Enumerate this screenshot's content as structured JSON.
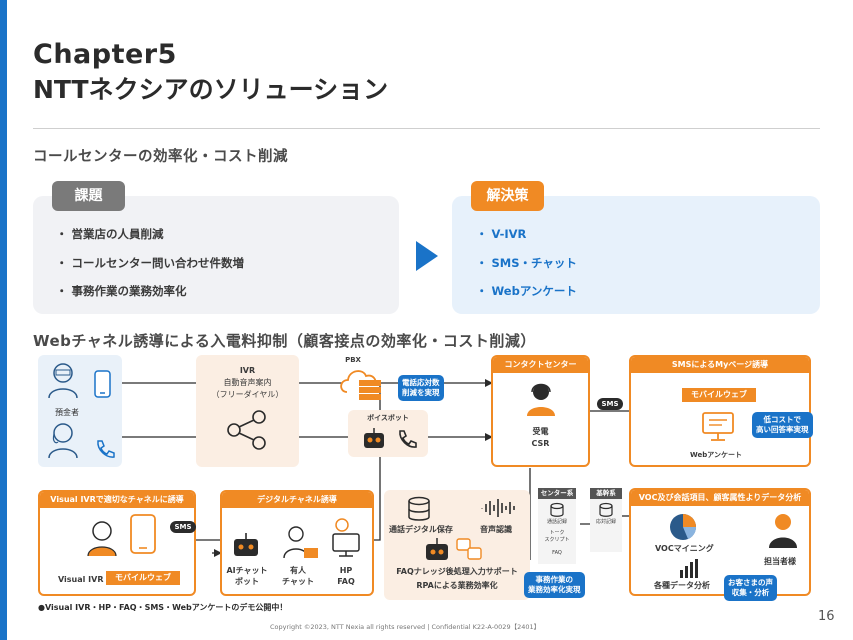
{
  "header": {
    "chapter": "Chapter5",
    "title": "NTTネクシアのソリューション"
  },
  "section1": {
    "heading": "コールセンターの効率化・コスト削減"
  },
  "issues": {
    "label": "課題",
    "items": [
      "営業店の人員削減",
      "コールセンター問い合わせ件数増",
      "事務作業の業務効率化"
    ]
  },
  "solutions": {
    "label": "解決策",
    "items": [
      "V-IVR",
      "SMS・チャット",
      "Webアンケート"
    ]
  },
  "section2": {
    "heading": "Webチャネル誘導による入電料抑制（顧客接点の効率化・コスト削減）"
  },
  "diagram": {
    "depositor": "預金者",
    "ivr": {
      "line1": "IVR",
      "line2": "自動音声案内",
      "line3": "（フリーダイヤル）"
    },
    "pbx": "PBX",
    "phone_tag": {
      "line1": "電話応対数",
      "line2": "削減を実現"
    },
    "voicebot": "ボイスボット",
    "contact": {
      "title": "コンタクトセンター",
      "line1": "受電",
      "line2": "CSR"
    },
    "sms_label": "SMS",
    "sms_mypage": {
      "title": "SMSによるMyページ誘導",
      "mobile": "モバイルウェブ",
      "web": "Webアンケート",
      "tag_line1": "低コストで",
      "tag_line2": "高い回答率実現"
    },
    "visual_ivr": {
      "title": "Visual IVRで適切なチャネルに誘導",
      "name": "Visual IVR",
      "mobile": "モバイルウェブ",
      "sms": "SMS"
    },
    "digital": {
      "title": "デジタルチャネル誘導",
      "ai_line1": "AIチャット",
      "ai_line2": "ボット",
      "staff_line1": "有人",
      "staff_line2": "チャット",
      "hp_line1": "HP",
      "hp_line2": "FAQ"
    },
    "rpa": {
      "save": "通話デジタル保存",
      "speech": "音声認識",
      "line1": "FAQナレッジ後処理入力サポート",
      "line2": "RPAによる業務効率化",
      "tag_line1": "事務作業の",
      "tag_line2": "業務効率化実現"
    },
    "center_sys": {
      "title": "センター系",
      "rec": "通話記録",
      "script_line1": "トーク",
      "script_line2": "スクリプト",
      "faq": "FAQ"
    },
    "core_sys": {
      "title": "基幹系",
      "rec": "応対記録"
    },
    "voc": {
      "title": "VOC及び会話項目、顧客属性よりデータ分析",
      "mining": "VOCマイニング",
      "person": "担当者様",
      "analysis": "各種データ分析",
      "tag_line1": "お客さまの声",
      "tag_line2": "収集・分析"
    }
  },
  "footer": {
    "note": "●Visual IVR・HP・FAQ・SMS・Webアンケートのデモ公開中！",
    "copyright": "Copyright ©2023, NTT Nexia all rights reserved | Confidential K22-A-0029【2401】",
    "page": "16"
  }
}
